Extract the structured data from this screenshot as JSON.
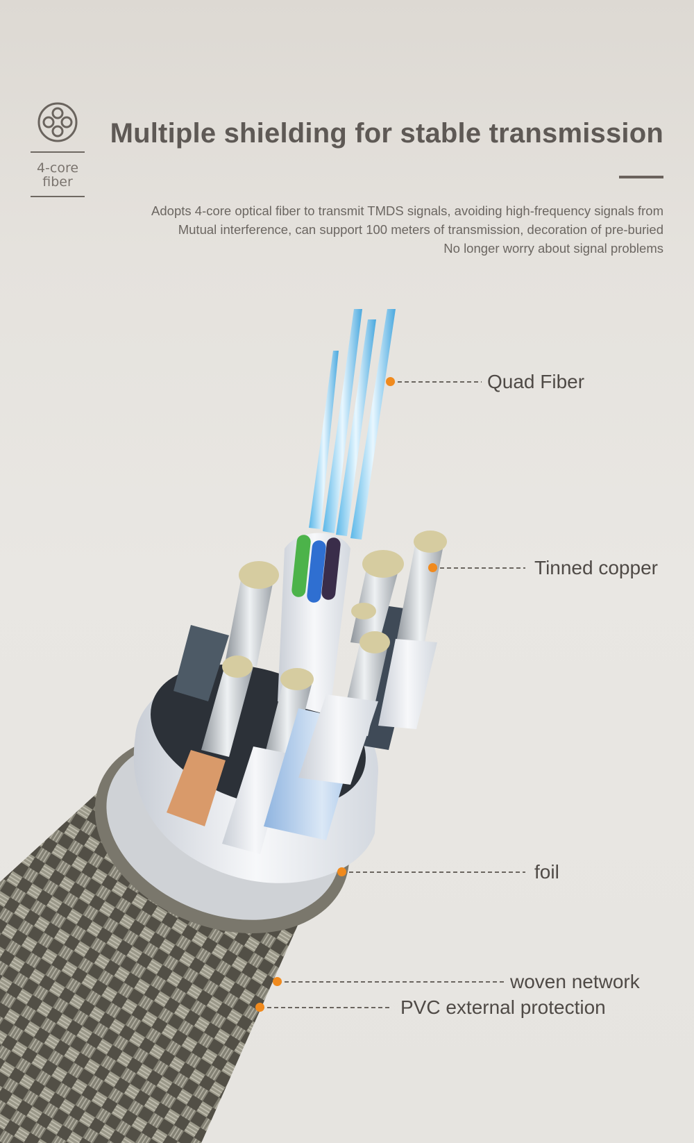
{
  "badge": {
    "icon": "four-core-fiber-icon",
    "label": "4-core\nfiber"
  },
  "header": {
    "title": "Multiple shielding for stable transmission",
    "description": [
      "Adopts 4-core optical fiber to transmit TMDS signals, avoiding high-frequency signals from",
      "Mutual interference, can support 100 meters of transmission, decoration of pre-buried",
      "No longer worry about signal problems"
    ]
  },
  "callouts": {
    "quad_fiber": "Quad Fiber",
    "tinned_copper": "Tinned copper",
    "foil": "foil",
    "woven_network": "woven network",
    "pvc": "PVC external protection"
  },
  "colors": {
    "marker": "#f08a1e",
    "title": "#5e5955",
    "text": "#6b6661",
    "accent_bar": "#6a625c"
  }
}
